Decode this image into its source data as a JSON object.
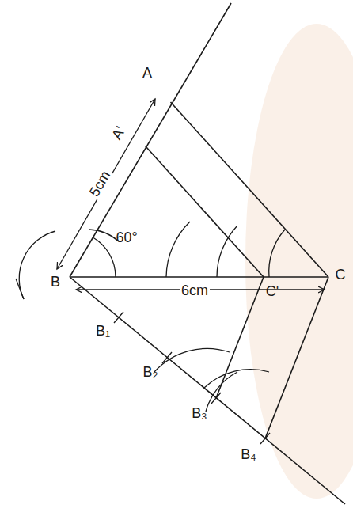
{
  "diagram": {
    "labels": [
      "A",
      "A'",
      "5cm",
      "60°",
      "B",
      "6cm",
      "C'",
      "C",
      "B₁",
      "B₂",
      "B₃",
      "B₄"
    ]
  }
}
